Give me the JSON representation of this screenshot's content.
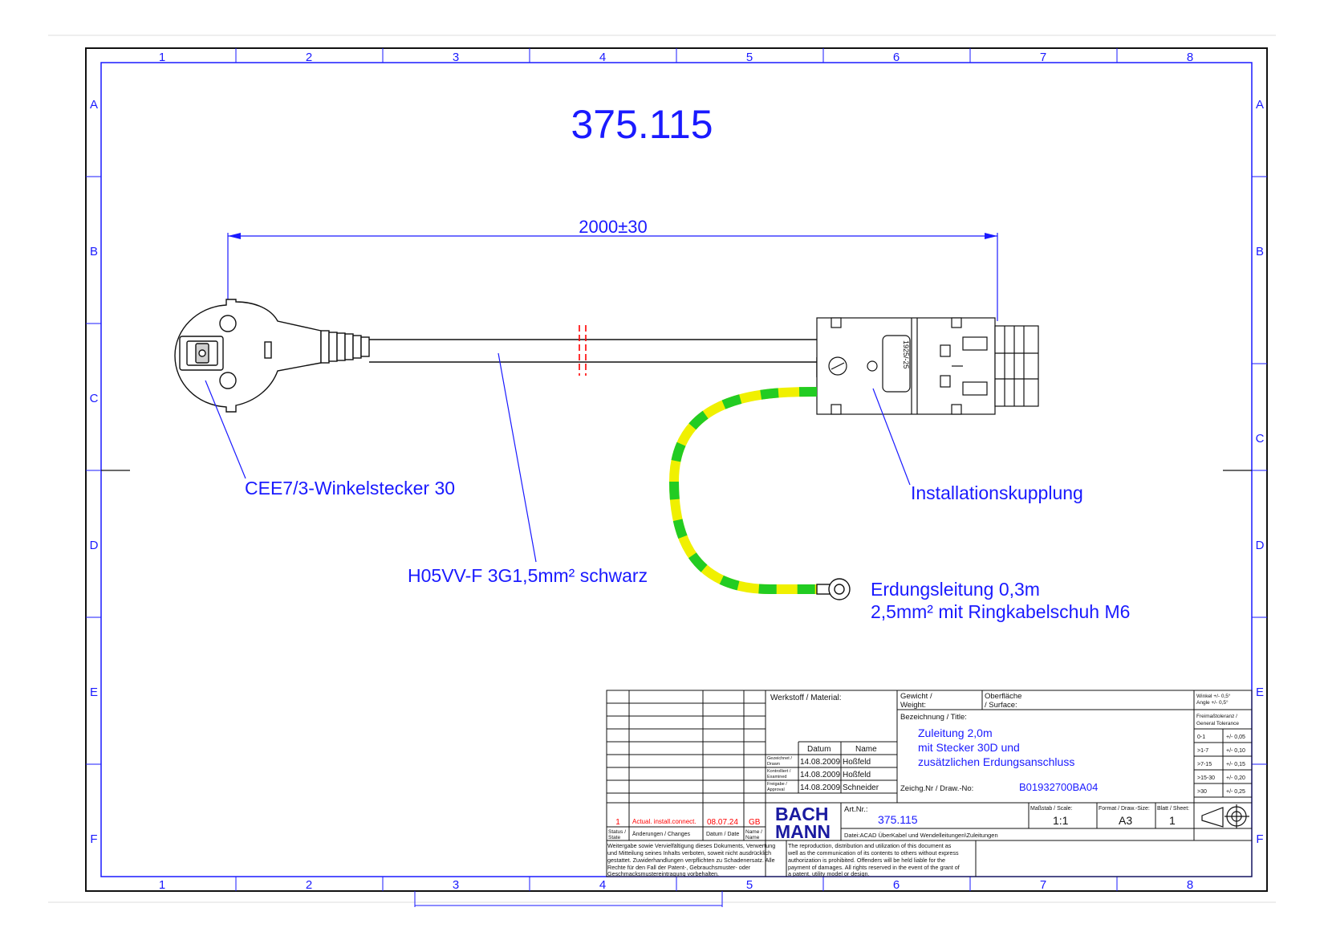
{
  "drawing": {
    "part_number_heading": "375.115",
    "dimension_label": "2000±30",
    "callouts": {
      "plug": "CEE7/3-Winkelstecker 30",
      "cable": "H05VV-F 3G1,5mm² schwarz",
      "coupler": "Installationskupplung",
      "earth_line1": "Erdungsleitung 0,3m",
      "earth_line2": "2,5mm² mit Ringkabelschuh M6"
    },
    "coupler_marking": "1925/-25"
  },
  "frame": {
    "columns": [
      "1",
      "2",
      "3",
      "4",
      "5",
      "6",
      "7",
      "8"
    ],
    "rows_left": [
      "A",
      "B",
      "C",
      "D",
      "E",
      "F"
    ],
    "rows_right": [
      "A",
      "B",
      "C",
      "D",
      "E",
      "F"
    ]
  },
  "title_block": {
    "werkstoff": "Werkstoff / Material:",
    "gewicht": "Gewicht /",
    "weight": "Weight:",
    "oberflaeche": "Oberfläche",
    "surface": "/ Surface:",
    "bezeichnung": "Bezeichnung / Title:",
    "title_lines": [
      "Zuleitung 2,0m",
      "mit Stecker 30D und",
      "zusätzlichen Erdungsanschluss"
    ],
    "winkel_line1": "Winkel +/- 0,5°",
    "winkel_line2": "Angle +/- 0,5°",
    "freimass_line1": "Freimaßtoleranz /",
    "freimass_line2": "General Tolerance",
    "tolerances": [
      {
        "range": "0-1",
        "value": "+/- 0,05"
      },
      {
        "range": ">1-7",
        "value": "+/- 0,10"
      },
      {
        "range": ">7-15",
        "value": "+/- 0,15"
      },
      {
        "range": ">15-30",
        "value": "+/- 0,20"
      },
      {
        "range": ">30",
        "value": "+/- 0,25"
      }
    ],
    "datum_header": "Datum",
    "name_header": "Name",
    "approvals": [
      {
        "role_de": "Gezeichnet /",
        "role_en": "Drawn",
        "date": "14.08.2009",
        "name": "Hoßfeld"
      },
      {
        "role_de": "Kontrolliert /",
        "role_en": "Examined",
        "date": "14.08.2009",
        "name": "Hoßfeld"
      },
      {
        "role_de": "Freigabe /",
        "role_en": "Approval",
        "date": "14.08.2009",
        "name": "Schneider"
      }
    ],
    "zeichg_label": "Zeichg.Nr / Draw.-No:",
    "zeichg_value": "B01932700BA04",
    "artnr_label": "Art.Nr.:",
    "artnr_value": "375.115",
    "scale_label": "Maßstab / Scale:",
    "scale_value": "1:1",
    "format_label": "Format / Draw.-Size:",
    "format_value": "A3",
    "sheet_label": "Blatt / Sheet:",
    "sheet_value": "1",
    "logo_line1": "BACH",
    "logo_line2": "MANN",
    "file_path": "Datei:ACAD ÜberKabel und Wendelleitungen\\Zuleitungen",
    "revision": {
      "status": "1",
      "change": "Actual. install.connect.",
      "date": "08.07.24",
      "name": "GB"
    },
    "rev_headers": {
      "status_de": "Status /",
      "status_en": "State",
      "change": "Änderungen / Changes",
      "date": "Datum / Date",
      "name_de": "Name /",
      "name_en": "Name"
    },
    "notice_de": [
      "Weitergabe sowie Vervielfältigung dieses Dokuments, Verwertung",
      "und Mitteilung seines Inhalts verboten, soweit nicht ausdrücklich",
      "gestattet. Zuwiderhandlungen verpflichten zu Schadenersatz. Alle",
      "Rechte für den Fall der Patent-, Gebrauchsmuster- oder",
      "Geschmacksmustereintragung vorbehalten."
    ],
    "notice_en": [
      "The reproduction, distribution and utilization of this document as",
      "well as the communication of its contents to others without express",
      "authorization is prohibited. Offenders will be held liable for the",
      "payment of damages. All rights reserved in the event of the grant of",
      "a patent, utility model or design."
    ]
  },
  "colors": {
    "annotation": "#1a1aff",
    "linework": "#111111",
    "earth_green": "#22cc22",
    "earth_yellow": "#f0f000",
    "revision_red": "#ff0000"
  }
}
